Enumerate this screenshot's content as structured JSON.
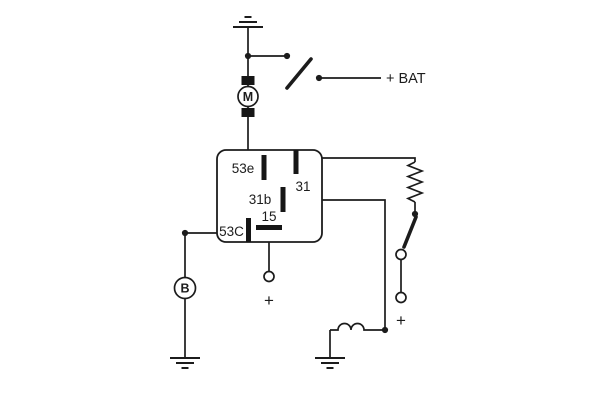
{
  "colors": {
    "background": "#ffffff",
    "line": "#1c1c1c"
  },
  "labels": {
    "battery": "+ BAT",
    "motor": "M",
    "indicator": "B",
    "plus_bottom_center": "+",
    "plus_bottom_right": "+"
  },
  "relay_terminals": {
    "t53e": "53e",
    "t31": "31",
    "t31b": "31b",
    "t15": "15",
    "t53c": "53C"
  },
  "components": [
    "ground-symbol-top",
    "motor",
    "open-knife-switch-to-battery",
    "relay-box-with-blade-terminals",
    "resistor",
    "open-knife-switch-right",
    "terminal-contact-circles",
    "heater-coil",
    "indicator-b",
    "ground-symbol-bottom-left",
    "ground-symbol-bottom-center"
  ]
}
